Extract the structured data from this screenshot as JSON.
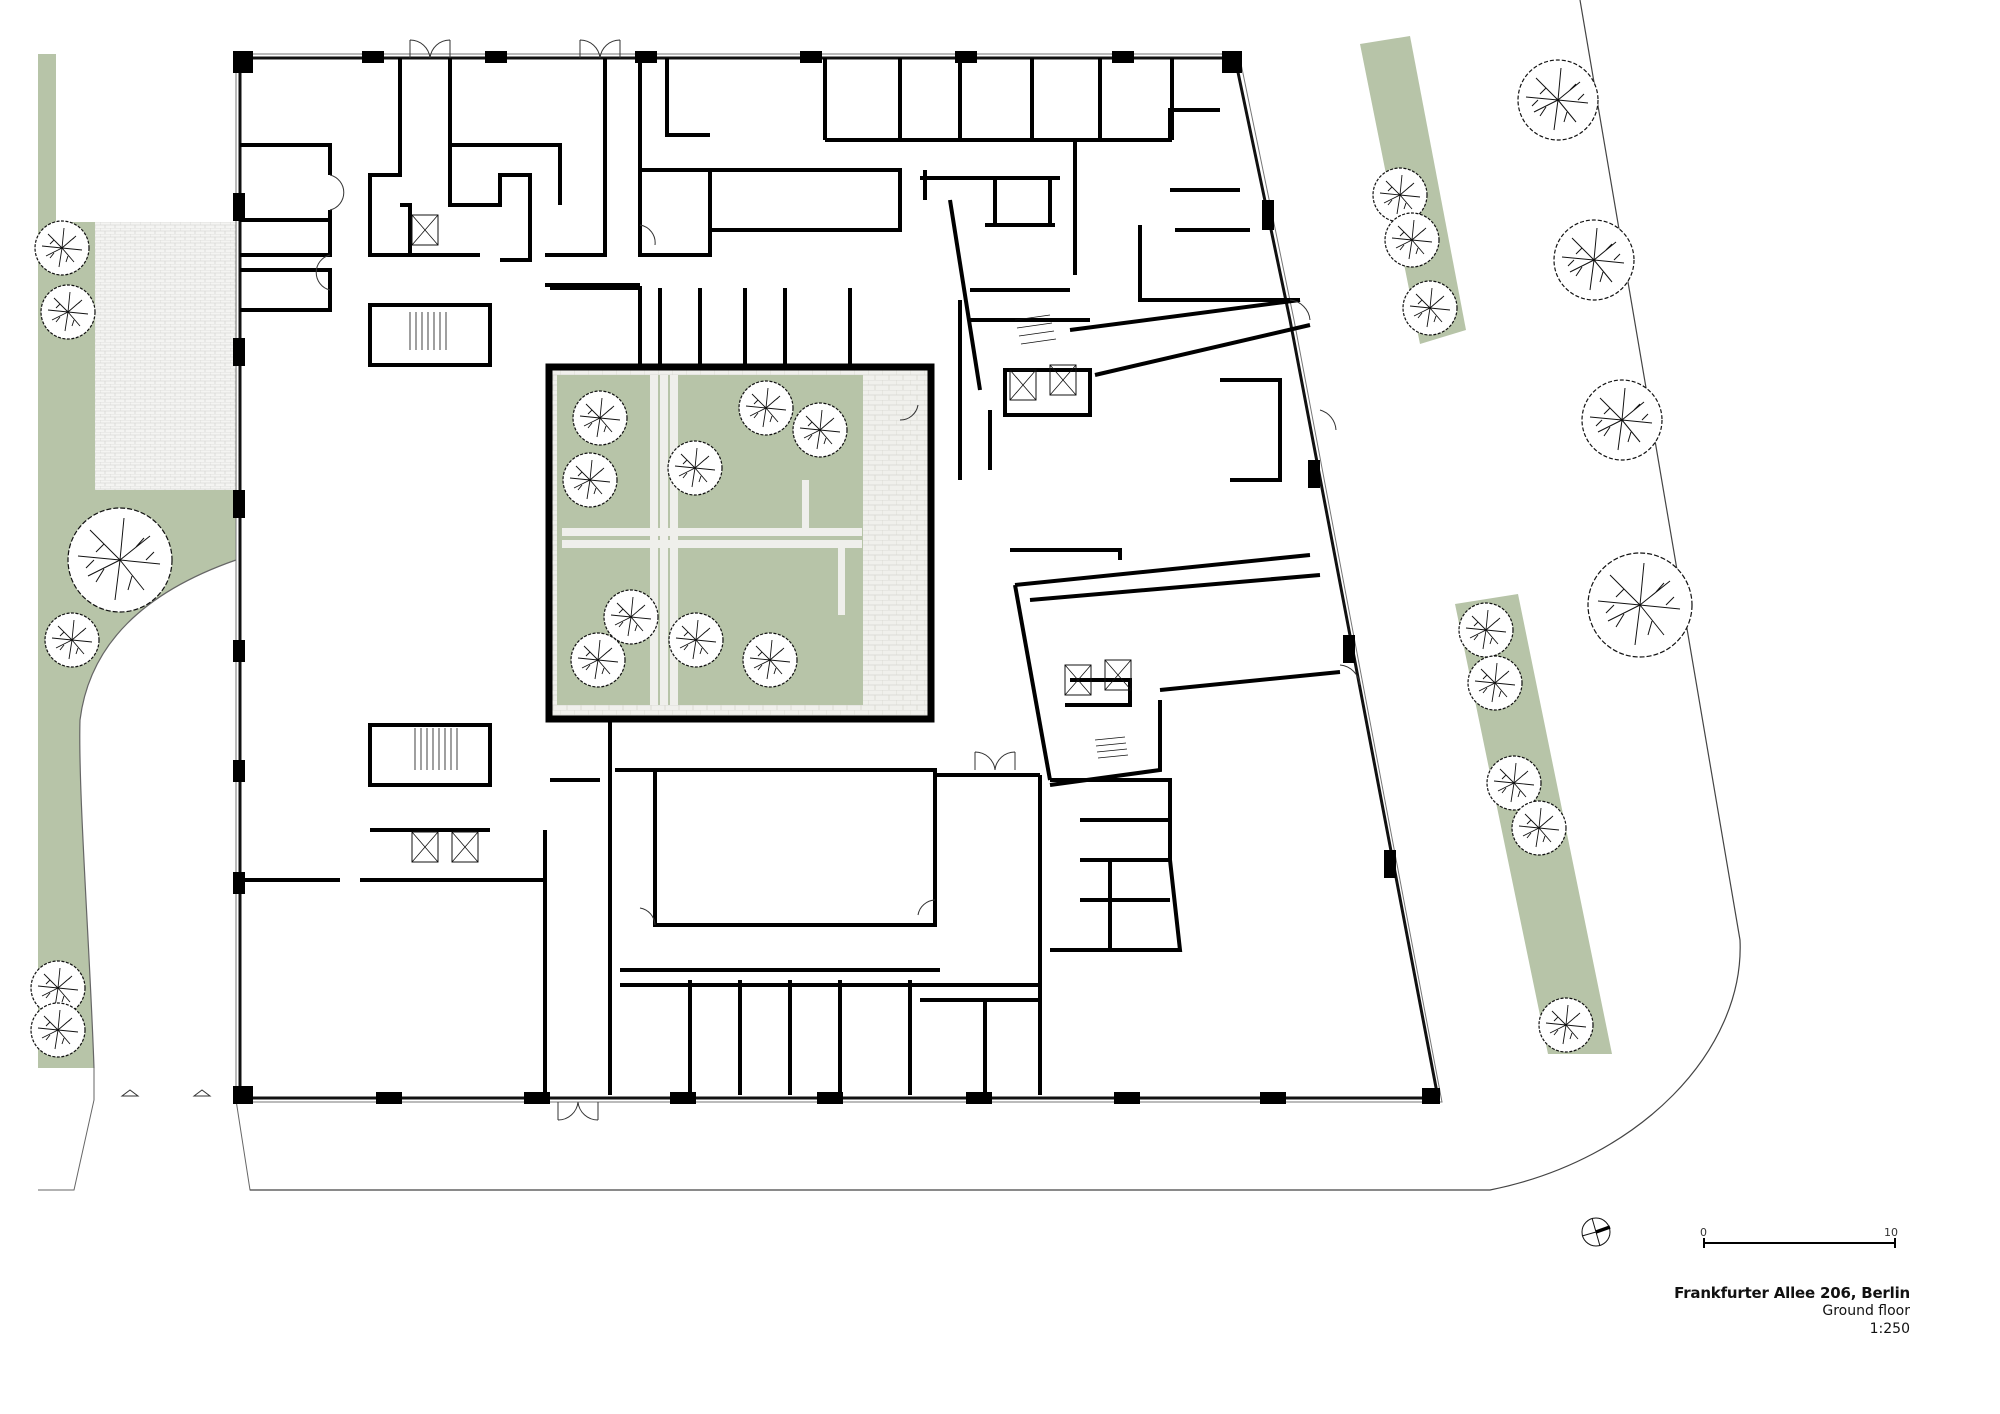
{
  "drawing": {
    "title": "Frankfurter Allee 206, Berlin",
    "floor": "Ground floor",
    "scale": "1:250"
  },
  "scale_bar": {
    "start_label": "0",
    "end_label": "10"
  },
  "north_arrow": {
    "icon": "north-arrow-icon"
  },
  "colors": {
    "landscape_green": "#B7C4A8",
    "paving": "#EFEFEB",
    "walls": "#000000",
    "background": "#FFFFFF"
  },
  "legend_elements": [
    "courtyard-garden",
    "paved-forecourt",
    "street-planter-east",
    "street-planter-west",
    "stair-cores",
    "elevator-shafts"
  ]
}
